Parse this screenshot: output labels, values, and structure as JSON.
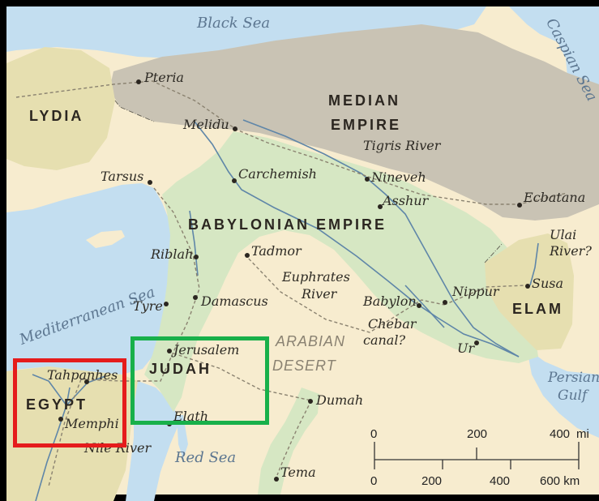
{
  "seas": {
    "black_sea": "Black Sea",
    "caspian_sea": "Caspian Sea",
    "mediterranean_sea": "Mediterranean Sea",
    "red_sea": "Red Sea",
    "persian_gulf_line1": "Persian",
    "persian_gulf_line2": "Gulf"
  },
  "regions": {
    "lydia": "LYDIA",
    "median_line1": "MEDIAN",
    "median_line2": "EMPIRE",
    "babylonian": "BABYLONIAN EMPIRE",
    "elam": "ELAM",
    "judah": "JUDAH",
    "egypt": "EGYPT",
    "desert_line1": "ARABIAN",
    "desert_line2": "DESERT"
  },
  "cities": {
    "pteria": "Pteria",
    "melidu": "Melidu",
    "tarsus": "Tarsus",
    "carchemish": "Carchemish",
    "nineveh": "Nineveh",
    "asshur": "Asshur",
    "ecbatana": "Ecbatana",
    "riblah": "Riblah",
    "tadmor": "Tadmor",
    "tyre": "Tyre",
    "damascus": "Damascus",
    "jerusalem": "Jerusalem",
    "tahpanhes": "Tahpanhes",
    "memphis": "Memphi",
    "elath": "Elath",
    "dumah": "Dumah",
    "tema": "Tema",
    "babylon": "Babylon",
    "nippur": "Nippur",
    "susa": "Susa",
    "ur": "Ur"
  },
  "rivers": {
    "tigris": "Tigris River",
    "euphrates_line1": "Euphrates",
    "euphrates_line2": "River",
    "chebar_line1": "Chebar",
    "chebar_line2": "canal?",
    "ulai_line1": "Ulai",
    "ulai_line2": "River?",
    "nile": "Nile River"
  },
  "scale_bar": {
    "mi_labels": [
      "0",
      "200",
      "400"
    ],
    "mi_unit": "mi",
    "km_labels": [
      "0",
      "200",
      "400",
      "600 km"
    ]
  },
  "colors": {
    "background": "#000000",
    "land": "#f7eccf",
    "water": "#c3def0",
    "median_empire": "#c9c3b4",
    "babylonian_empire": "#d6e7c3",
    "egypt_lydia_elam": "#e6dfb0",
    "highlight_egypt": "#e51c1c",
    "highlight_judah": "#18b04a"
  }
}
